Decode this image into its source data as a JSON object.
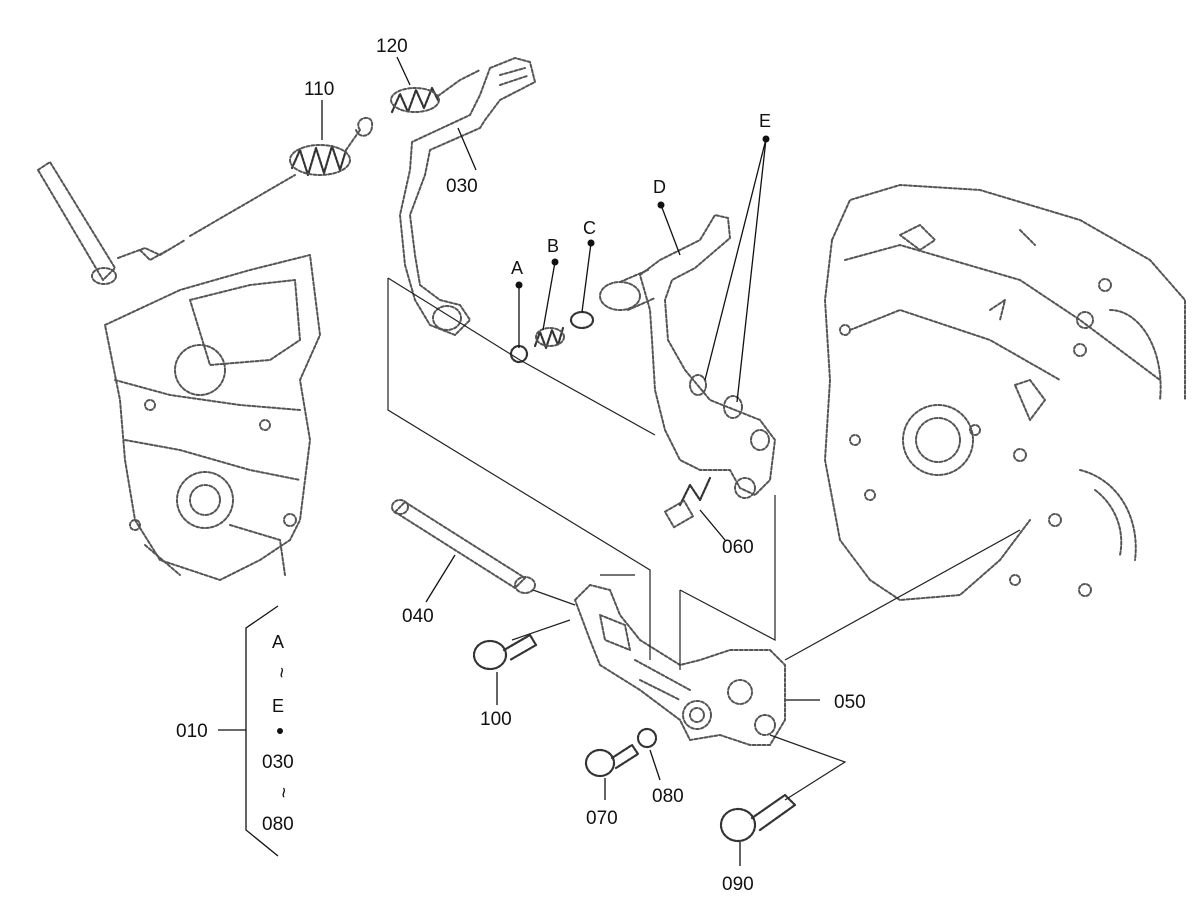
{
  "labels": {
    "p010": "010",
    "p030": "030",
    "p040": "040",
    "p050": "050",
    "p060": "060",
    "p070": "070",
    "p080": "080",
    "p090": "090",
    "p100": "100",
    "p110": "110",
    "p120": "120",
    "A": "A",
    "B": "B",
    "C": "C",
    "D": "D",
    "E": "E"
  },
  "bracket": {
    "line1": "A",
    "tilde1": "~",
    "line2": "E",
    "bullet": "•",
    "line3": "030",
    "tilde2": "~",
    "line4": "080"
  }
}
